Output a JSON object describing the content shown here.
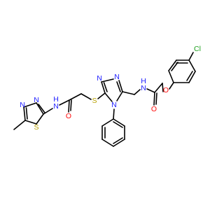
{
  "structure": {
    "labels": {
      "n_amide_left": "N",
      "h_amide_left": "H",
      "o_left": "O",
      "s_thioether": "S",
      "s_thiadiazole": "S",
      "n_td_top1": "N",
      "n_td_top2": "N",
      "n_tri_top_left": "N",
      "n_tri_top_right": "N",
      "n_tri_4": "N",
      "n_amide_right": "N",
      "h_amide_right": "H",
      "o_right": "O",
      "o_ether": "O",
      "cl": "Cl"
    },
    "colors": {
      "carbon": "#000000",
      "nitrogen": "#2020ff",
      "oxygen": "#ff0d0d",
      "sulfur": "#b8a000",
      "chlorine": "#1fa01f"
    }
  }
}
